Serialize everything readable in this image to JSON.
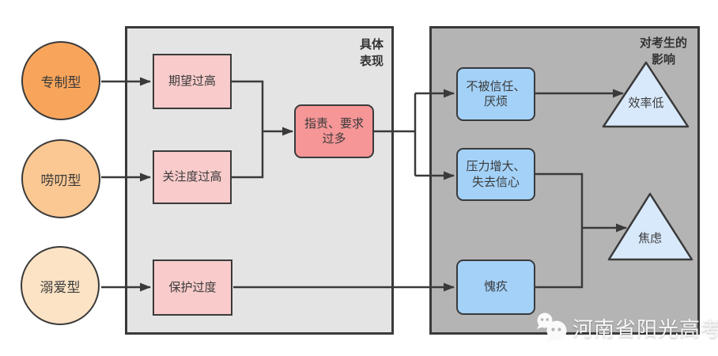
{
  "diagram": {
    "sources": [
      {
        "label": "专制型"
      },
      {
        "label": "唠叨型"
      },
      {
        "label": "溺爱型"
      }
    ],
    "manifestations": {
      "title": "具体\n表现",
      "boxes": {
        "expectations": "期望过高",
        "attention": "关注度过高",
        "protection": "保护过度",
        "blame": "指责、要求\n过多"
      }
    },
    "effects": {
      "title": "对考生的\n影响",
      "boxes": {
        "distrust": "不被信任、\n厌烦",
        "pressure": "压力增大、\n失去信心",
        "guilt": "愧疚"
      },
      "triangles": {
        "efficiency": "效率低",
        "anxiety": "焦虑"
      }
    },
    "watermark": "河南省阳光高考"
  },
  "colors": {
    "circle_authoritarian": "#F8A55B",
    "circle_nagging": "#FBC893",
    "circle_spoiling": "#FCE3C5",
    "panel_manifestations_bg": "#E4E4E4",
    "panel_effects_bg": "#B4B4B4",
    "pink_box": "#F9CBCB",
    "red_box": "#F69697",
    "blue_box": "#A3D1F8",
    "triangle_fill": "#D9E9FC",
    "line": "#3A3A3A"
  }
}
